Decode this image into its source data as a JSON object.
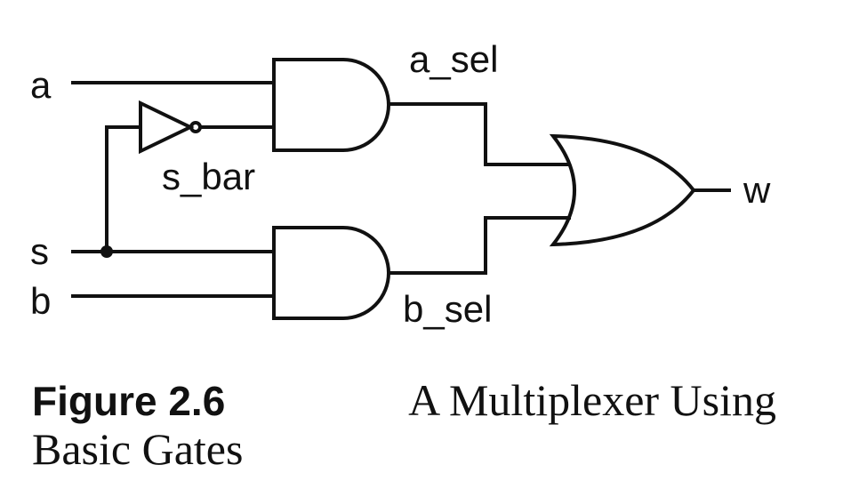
{
  "signals": {
    "a": "a",
    "s": "s",
    "b": "b",
    "s_bar": "s_bar",
    "a_sel": "a_sel",
    "b_sel": "b_sel",
    "w": "w"
  },
  "caption": {
    "label": "Figure 2.6",
    "title_line1": "A Multiplexer Using",
    "title_line2": "Basic Gates"
  },
  "gates": [
    {
      "type": "NOT",
      "inputs": [
        "s"
      ],
      "output": "s_bar"
    },
    {
      "type": "AND",
      "inputs": [
        "a",
        "s_bar"
      ],
      "output": "a_sel"
    },
    {
      "type": "AND",
      "inputs": [
        "s",
        "b"
      ],
      "output": "b_sel"
    },
    {
      "type": "OR",
      "inputs": [
        "a_sel",
        "b_sel"
      ],
      "output": "w"
    }
  ]
}
